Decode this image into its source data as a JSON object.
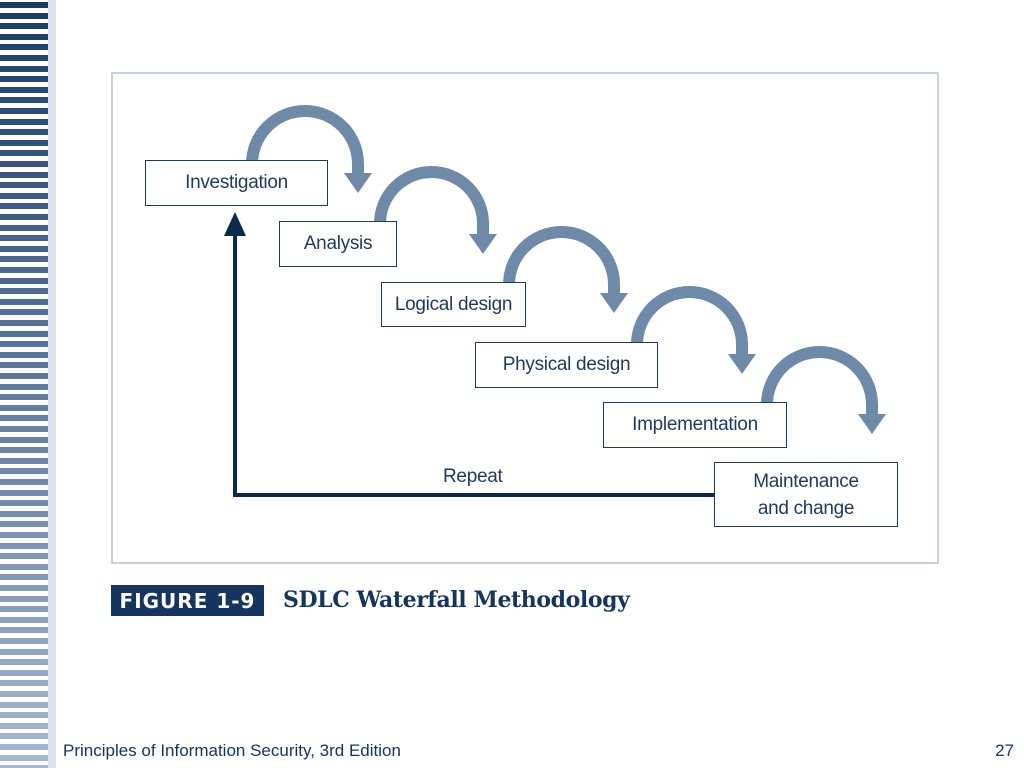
{
  "slide": {
    "stages": [
      {
        "label": "Investigation"
      },
      {
        "label": "Analysis"
      },
      {
        "label": "Logical design"
      },
      {
        "label": "Physical design"
      },
      {
        "label": "Implementation"
      },
      {
        "label": "Maintenance\nand change"
      }
    ],
    "loop_label": "Repeat",
    "figure_tag": "FIGURE 1-9",
    "figure_caption": "SDLC Waterfall Methodology"
  },
  "footer": {
    "title": "Principles of Information Security, 3rd Edition",
    "page_number": "27"
  },
  "colors": {
    "arrow_fill": "#6f89a8",
    "box_border": "#1f3a5a",
    "loop_arrow": "#0b2a4a",
    "tag_background": "#16355e",
    "stripe_dark": "#1a3a66",
    "stripe_light": "#a9b9d2"
  }
}
